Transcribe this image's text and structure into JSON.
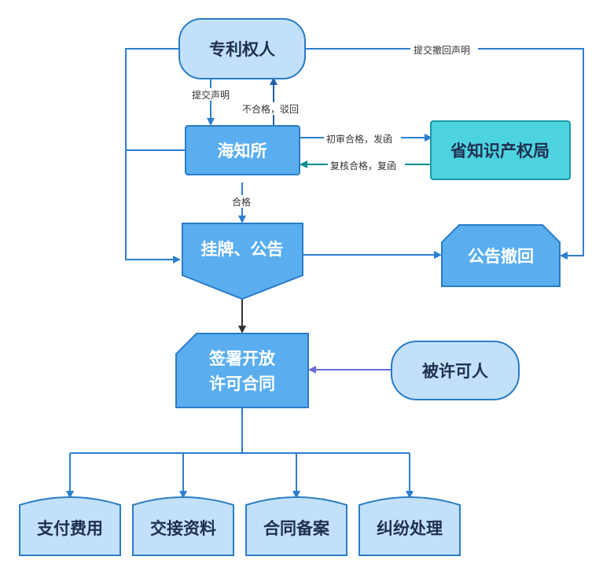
{
  "colors": {
    "node_fill_light": "#c2e0fa",
    "node_fill_mid": "#5aaef0",
    "node_fill_cyan": "#4dd3e0",
    "node_stroke": "#2a7cc7",
    "edge_blue": "#2b7fcf",
    "edge_teal": "#0f8f8f",
    "edge_purple": "#6b6bd8",
    "edge_dark": "#333333"
  },
  "nodes": {
    "patentee": "专利权人",
    "haizhi": "海知所",
    "provincial_office": "省知识产权局",
    "listing": "挂牌、公告",
    "withdraw": "公告撤回",
    "sign_contract_line1": "签署开放",
    "sign_contract_line2": "许可合同",
    "licensee": "被许可人",
    "pay_fee": "支付费用",
    "handover": "交接资料",
    "contract_filing": "合同备案",
    "dispute": "纠纷处理"
  },
  "edge_labels": {
    "submit_declaration": "提交声明",
    "rejected": "不合格，驳回",
    "first_review_pass": "初审合格，发函",
    "second_review_pass": "复核合格，复函",
    "qualified": "合格",
    "submit_withdraw": "提交撤回声明"
  }
}
